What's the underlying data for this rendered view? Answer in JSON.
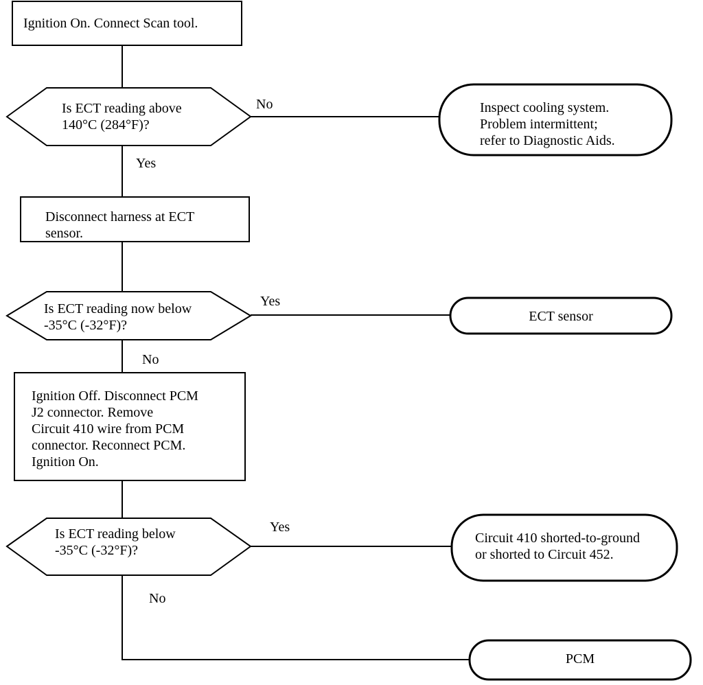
{
  "steps": {
    "start": [
      "Ignition On. Connect Scan tool."
    ],
    "step2": [
      "Disconnect harness at ECT",
      "sensor."
    ],
    "step3": [
      "Ignition Off. Disconnect PCM",
      "J2 connector. Remove",
      "Circuit 410 wire from PCM",
      "connector. Reconnect PCM.",
      "Ignition On."
    ]
  },
  "decisions": {
    "d1": [
      "Is ECT reading above",
      "140°C (284°F)?"
    ],
    "d2": [
      "Is ECT reading now below",
      "-35°C (-32°F)?"
    ],
    "d3": [
      "Is ECT reading below",
      "-35°C (-32°F)?"
    ]
  },
  "outcomes": {
    "o1": [
      "Inspect cooling system.",
      "Problem intermittent;",
      "refer to Diagnostic Aids."
    ],
    "o2": [
      "ECT sensor"
    ],
    "o3": [
      "Circuit 410 shorted-to-ground",
      "or shorted to Circuit 452."
    ],
    "o4": [
      "PCM"
    ]
  },
  "branch_labels": {
    "d1_no": "No",
    "d1_yes": "Yes",
    "d2_yes": "Yes",
    "d2_no": "No",
    "d3_yes": "Yes",
    "d3_no": "No"
  }
}
